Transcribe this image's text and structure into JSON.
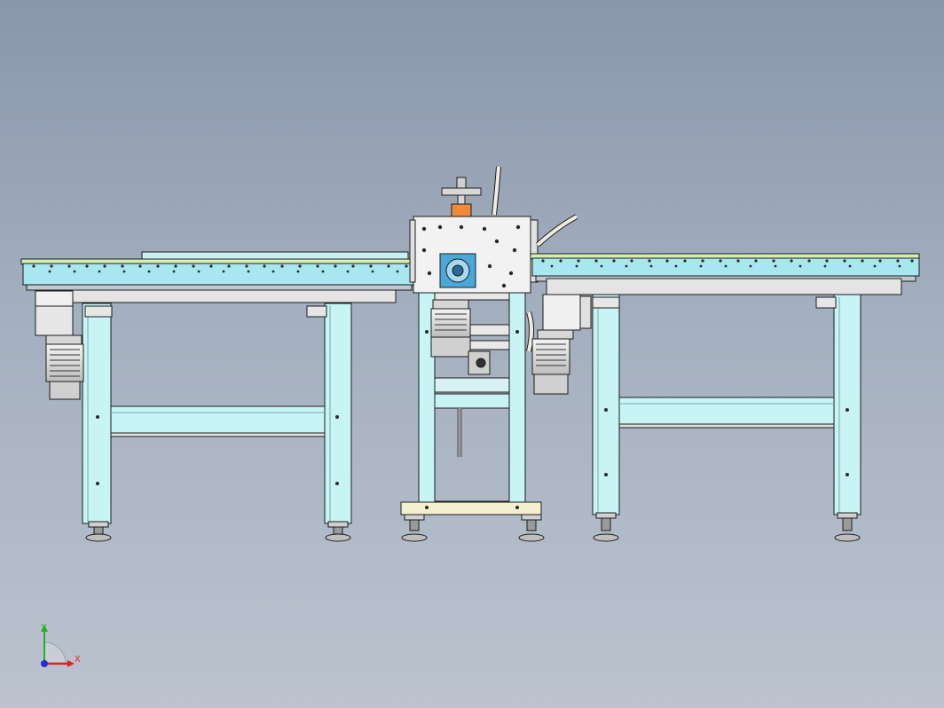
{
  "viewport": {
    "background_top": "#8a97ab",
    "background_bottom": "#bcc3cf"
  },
  "colors": {
    "frame_fill": "#c8f4f6",
    "conveyor_belt": "#a8e6f0",
    "belt_rail": "#d6f0b0",
    "outline": "#1c1c1c",
    "machine_body": "#f2f2f2",
    "handwheel_hub": "#f08a3a",
    "motor_gray": "#d9d9d9",
    "foot_plate": "#f4efcf"
  },
  "triad": {
    "x_label": "X",
    "y_label": "Y",
    "x_color": "#e02020",
    "y_color": "#22b022",
    "z_color": "#2030d0"
  },
  "components": [
    {
      "id": "left-conveyor",
      "type": "belt-conveyor"
    },
    {
      "id": "center-machine",
      "type": "cutting-unit"
    },
    {
      "id": "right-conveyor",
      "type": "belt-conveyor"
    }
  ]
}
